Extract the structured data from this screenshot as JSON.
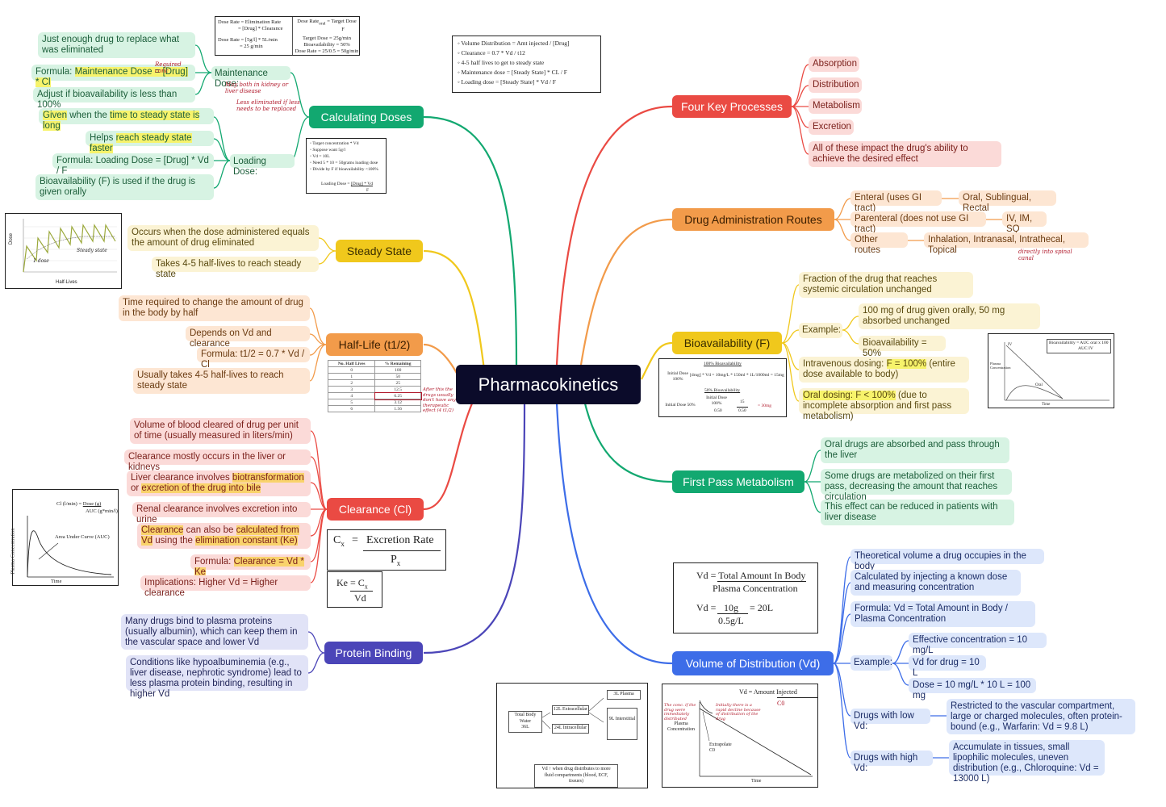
{
  "central": {
    "title": "Pharmacokinetics"
  },
  "colors": {
    "calc": "#12a870",
    "steady": "#f0c81c",
    "half": "#f29b4a",
    "clear": "#ea4a43",
    "protein": "#4b45b8",
    "four": "#ea4a43",
    "routes": "#f29b4a",
    "bio": "#f0c81c",
    "firstpass": "#12a870",
    "vd": "#3d6de8"
  },
  "calc": {
    "title": "Calculating Doses",
    "maintenance_label": "Maintenance Dose:",
    "loading_label": "Loading Dose:",
    "m1": "Just enough drug to replace what was eliminated",
    "m2_prefix": "Formula: ",
    "m2_hl": "Maintenance Dose = [Drug] * Cl",
    "m3": "Adjust if bioavailability is less than 100%",
    "l1_a": "Given",
    "l1_b": " when the ",
    "l1_c": "time to steady state is long",
    "l2_a": "Helps ",
    "l2_b": "reach steady state faster",
    "l3": "Formula: Loading Dose = [Drug] * Vd / F",
    "l4": "Bioavailability (F) is used if the drug is given orally",
    "note_required": "Required conc",
    "note_kidney": "May both in kidney or liver disease",
    "note_less": "Less eliminated if less needs to be replaced",
    "dose_rate_box": {
      "l1": "Dose Rate = Elimination Rate",
      "l2": "= [Drug] * Clearance",
      "l3": "Dose Rate = [5g/l] * 5L/min",
      "l4": "= 25 g/min",
      "r1": "Dose Rate",
      "r1_sub": "oral",
      "r1_b": " = Target Dose",
      "r2": "F",
      "r3": "Target Dose = 25g/min",
      "r4": "Bioavailability = 50%",
      "r5": "Dose Rate = 25/0.5 = 50g/min"
    },
    "loading_box": {
      "b1": "Target concentration * Vd",
      "b2": "Suppose want 5g/l",
      "b3": "Vd = 10L",
      "b4": "Need 5 * 10 = 50grams loading dose",
      "b5": "Divide by F if bioavailability <100%",
      "f1": "Loading Dose = ",
      "f2": "[Drug] * Vd",
      "f3": "F"
    }
  },
  "vd_summary_box": {
    "items": [
      "Volume Distribution = Amt injected / [Drug]",
      "Clearance = 0.7 * Vd / t12",
      "4-5 half lives to get to steady state",
      "Maintenance dose = [Steady State] * CL / F",
      "Loading dose = [Steady State] * Vd / F"
    ]
  },
  "steady": {
    "title": "Steady State",
    "s1": "Occurs when the dose administered equals the amount of drug eliminated",
    "s2": "Takes 4-5 half-lives to reach steady state",
    "graph": {
      "xlabel": "Half-Lives",
      "ylabel": "Dose",
      "note_1": "1 dose",
      "note_2": "Steady state"
    }
  },
  "half": {
    "title": "Half-Life (t1/2)",
    "h1": "Time required to change the amount of drug in the body by half",
    "h2": "Depends on Vd and clearance",
    "h3": "Formula: t1/2 = 0.7 * Vd / Cl",
    "h4": "Usually takes 4-5 half-lives to reach steady state",
    "table": {
      "headers": [
        "No. Half Lives",
        "% Remaining"
      ],
      "rows": [
        [
          "0",
          "100"
        ],
        [
          "1",
          "50"
        ],
        [
          "2",
          "25"
        ],
        [
          "3",
          "12.5"
        ],
        [
          "4",
          "6.25"
        ],
        [
          "5",
          "3.12"
        ],
        [
          "6",
          "1.56"
        ]
      ]
    },
    "note": "After this the drugs usually don't have any therapeutic effect (4 t1/2)"
  },
  "clear": {
    "title": "Clearance (Cl)",
    "c1": "Volume of blood cleared of drug per unit of time (usually measured in liters/min)",
    "c2": "Clearance mostly occurs in the liver or kidneys",
    "c3_a": "Liver clearance involves ",
    "c3_b": "biotransformation",
    "c3_c": " or ",
    "c3_d": "excretion of the drug into bile",
    "c4": "Renal clearance involves excretion into urine",
    "c5_a": "Clearance",
    "c5_b": " can also be ",
    "c5_c": "calculated from Vd",
    "c5_d": " using the ",
    "c5_e": "elimination constant (Ke)",
    "c6_a": "Formula: ",
    "c6_b": "Clearance = Vd * Ke",
    "c7": "Implications: Higher Vd = Higher clearance",
    "graph": {
      "formula_a": "Cl (l/min) = ",
      "formula_num": "Dose (g)",
      "formula_den": "AUC (g*min/l)",
      "ylabel": "Plasma Concentration",
      "xlabel": "Time",
      "auc": "Area Under Curve (AUC)"
    },
    "cx_box": {
      "lhs": "C",
      "lhs_sub": "x",
      "eq": "=",
      "num": "Excretion Rate",
      "den": "P",
      "den_sub": "x"
    },
    "ke_box": {
      "lhs": "Ke = C",
      "lhs_sub": "x",
      "den": "Vd"
    }
  },
  "protein": {
    "title": "Protein Binding",
    "p1": "Many drugs bind to plasma proteins (usually albumin), which can keep them in the vascular space and lower Vd",
    "p2": "Conditions like hypoalbuminemia (e.g., liver disease, nephrotic syndrome) lead to less plasma protein binding, resulting in higher Vd"
  },
  "four": {
    "title": "Four Key Processes",
    "items": [
      "Absorption",
      "Distribution",
      "Metabolism",
      "Excretion"
    ],
    "summary": "All of these impact the drug's ability to achieve the desired effect"
  },
  "routes": {
    "title": "Drug Administration Routes",
    "r1": "Enteral (uses GI tract)",
    "r1b": "Oral, Sublingual, Rectal",
    "r2": "Parenteral (does not use GI tract)",
    "r2b": "IV, IM, SQ",
    "r3": "Other routes",
    "r3b": "Inhalation, Intranasal, Intrathecal, Topical",
    "note": "directly into spinal canal"
  },
  "bio": {
    "title": "Bioavailability (F)",
    "b1": "Fraction of the drug that reaches systemic circulation unchanged",
    "example": "Example:",
    "e1": "100 mg of drug given orally, 50 mg absorbed unchanged",
    "e2": "Bioavailability = 50%",
    "iv_a": "Intravenous dosing: ",
    "iv_b": "F = 100%",
    "iv_c": " (entire dose available to body)",
    "oral_a": "Oral dosing: F < 100%",
    "oral_b": " (due to incomplete absorption and first pass metabolism)",
    "box": {
      "t1": "100% Bioavailability",
      "i1": "Initial Dose 100%",
      "f1": "[drug] * Vd = 10mg/L * 150ml * 1L/1000ml = 15mg",
      "t2": "50% Bioavailability",
      "i2a": "Initial Dose 100%",
      "i2b": "Initial Dose 50%",
      "n1": "15",
      "n2": "0.50",
      "r": "= 30mg"
    },
    "graph": {
      "formula": "Bioavailability = AUC oral x 100",
      "formula_den": "AUC IV",
      "ylabel": "Plasma Concentration",
      "xlabel": "Time",
      "iv": "IV",
      "oral": "Oral"
    }
  },
  "firstpass": {
    "title": "First Pass Metabolism",
    "f1": "Oral drugs are absorbed and pass through the liver",
    "f2": "Some drugs are metabolized on their first pass, decreasing the amount that reaches circulation",
    "f3": "This effect can be reduced in patients with liver disease"
  },
  "vd": {
    "title": "Volume of Distribution (Vd)",
    "v1": "Theoretical volume a drug occupies in the body",
    "v2": "Calculated by injecting a known dose and measuring concentration",
    "v3": "Formula: Vd = Total Amount in Body / Plasma Concentration",
    "example": "Example:",
    "e1": "Effective concentration = 10 mg/L",
    "e2": "Vd for drug = 10 L",
    "e3": "Dose = 10 mg/L * 10 L = 100 mg",
    "low": "Drugs with low Vd:",
    "low_d": "Restricted to the vascular compartment, large or charged molecules, often protein-bound (e.g., Warfarin: Vd = 9.8 L)",
    "high": "Drugs with high Vd:",
    "high_d": "Accumulate in tissues, small lipophilic molecules, uneven distribution (e.g., Chloroquine: Vd = 13000 L)",
    "formula_box": {
      "a": "Vd = Total Amount In Body",
      "b": "Plasma Concentration",
      "c": "Vd =",
      "d": "10g",
      "e": "= 20L",
      "f": "0.5g/L"
    },
    "fluid_box": {
      "tbw": "Total Body Water",
      "tbw_v": "36L",
      "ec": "12L Extracellular",
      "ic": "24L Intracellular",
      "pl": "3L Plasma",
      "it": "9L Interstitial",
      "note": "Vd ↑ when drug distributes to more fluid compartments (blood, ECF, tissues)"
    },
    "conc_box": {
      "formula": "Vd = Amount Injected",
      "c0": "C0",
      "ylabel": "Plasma Concentration",
      "extrap": "Extrapolate C0",
      "xlabel": "Time",
      "note_a": "The conc. if the drug were immediately distributed",
      "note_b": "Initially there is a rapid decline because of distribution of the drug"
    }
  }
}
